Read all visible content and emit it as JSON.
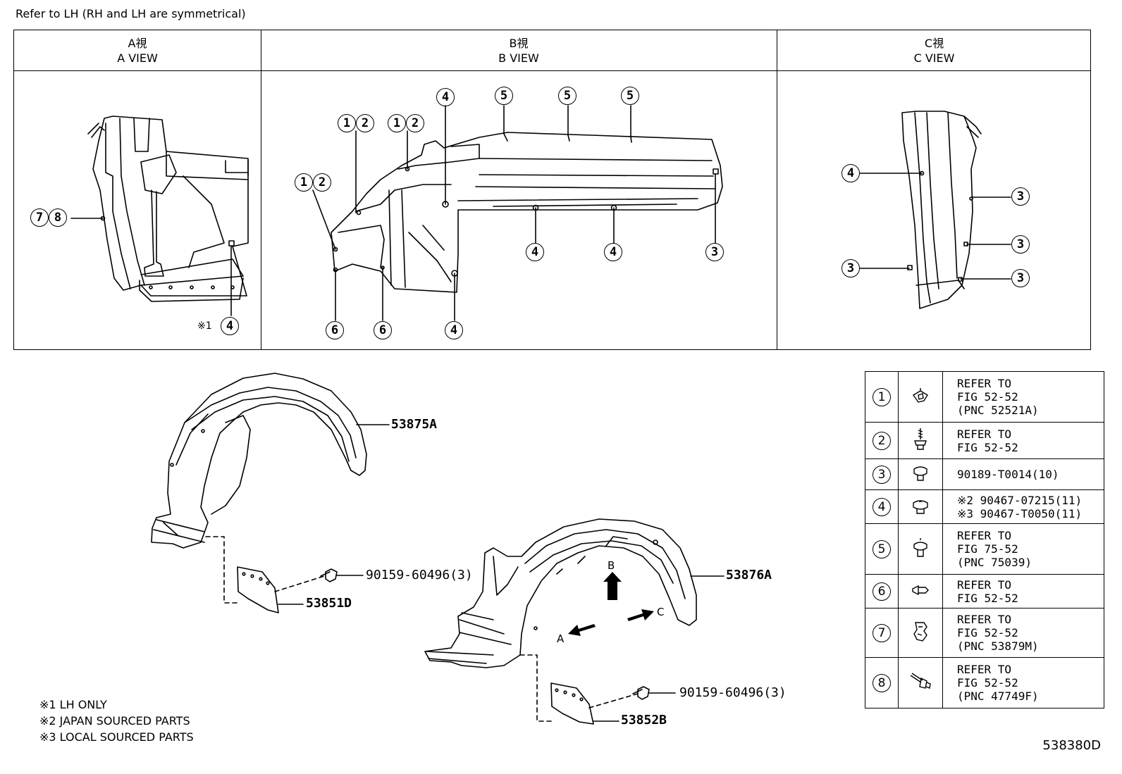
{
  "top_note": "Refer to LH (RH and LH are symmetrical)",
  "views": [
    {
      "jp": "A視",
      "en": "A VIEW"
    },
    {
      "jp": "B視",
      "en": "B VIEW"
    },
    {
      "jp": "C視",
      "en": "C VIEW"
    }
  ],
  "a_view": {
    "note_mark": "※1"
  },
  "parts": {
    "p53875A": "53875A",
    "p53876A": "53876A",
    "p53851D": "53851D",
    "p53852B": "53852B",
    "screw1": "90159-60496(3)",
    "screw2": "90159-60496(3)"
  },
  "arrows": {
    "a": "A",
    "b": "B",
    "c": "C"
  },
  "legend": [
    {
      "num": "1",
      "icon": "clip-nut-icon",
      "lines": [
        "REFER TO",
        "FIG 52-52",
        "(PNC 52521A)"
      ]
    },
    {
      "num": "2",
      "icon": "screw-icon",
      "lines": [
        "REFER TO",
        "FIG 52-52"
      ]
    },
    {
      "num": "3",
      "icon": "push-clip-icon",
      "lines": [
        "90189-T0014(10)"
      ]
    },
    {
      "num": "4",
      "icon": "grommet-clip-icon",
      "lines": [
        "※2 90467-07215(11)",
        "※3 90467-T0050(11)"
      ]
    },
    {
      "num": "5",
      "icon": "rivet-clip-icon",
      "lines": [
        "REFER TO",
        "FIG 75-52",
        "(PNC 75039)"
      ]
    },
    {
      "num": "6",
      "icon": "pin-clip-icon",
      "lines": [
        "REFER TO",
        "FIG 52-52"
      ]
    },
    {
      "num": "7",
      "icon": "bracket-clip-icon",
      "lines": [
        "REFER TO",
        "FIG 52-52",
        "(PNC 53879M)"
      ]
    },
    {
      "num": "8",
      "icon": "bolt-clip-icon",
      "lines": [
        "REFER TO",
        "FIG 52-52",
        "(PNC 47749F)"
      ]
    }
  ],
  "footnotes": [
    "※1 LH ONLY",
    "※2 JAPAN SOURCED PARTS",
    "※3 LOCAL SOURCED PARTS"
  ],
  "doc_id": "538380D"
}
